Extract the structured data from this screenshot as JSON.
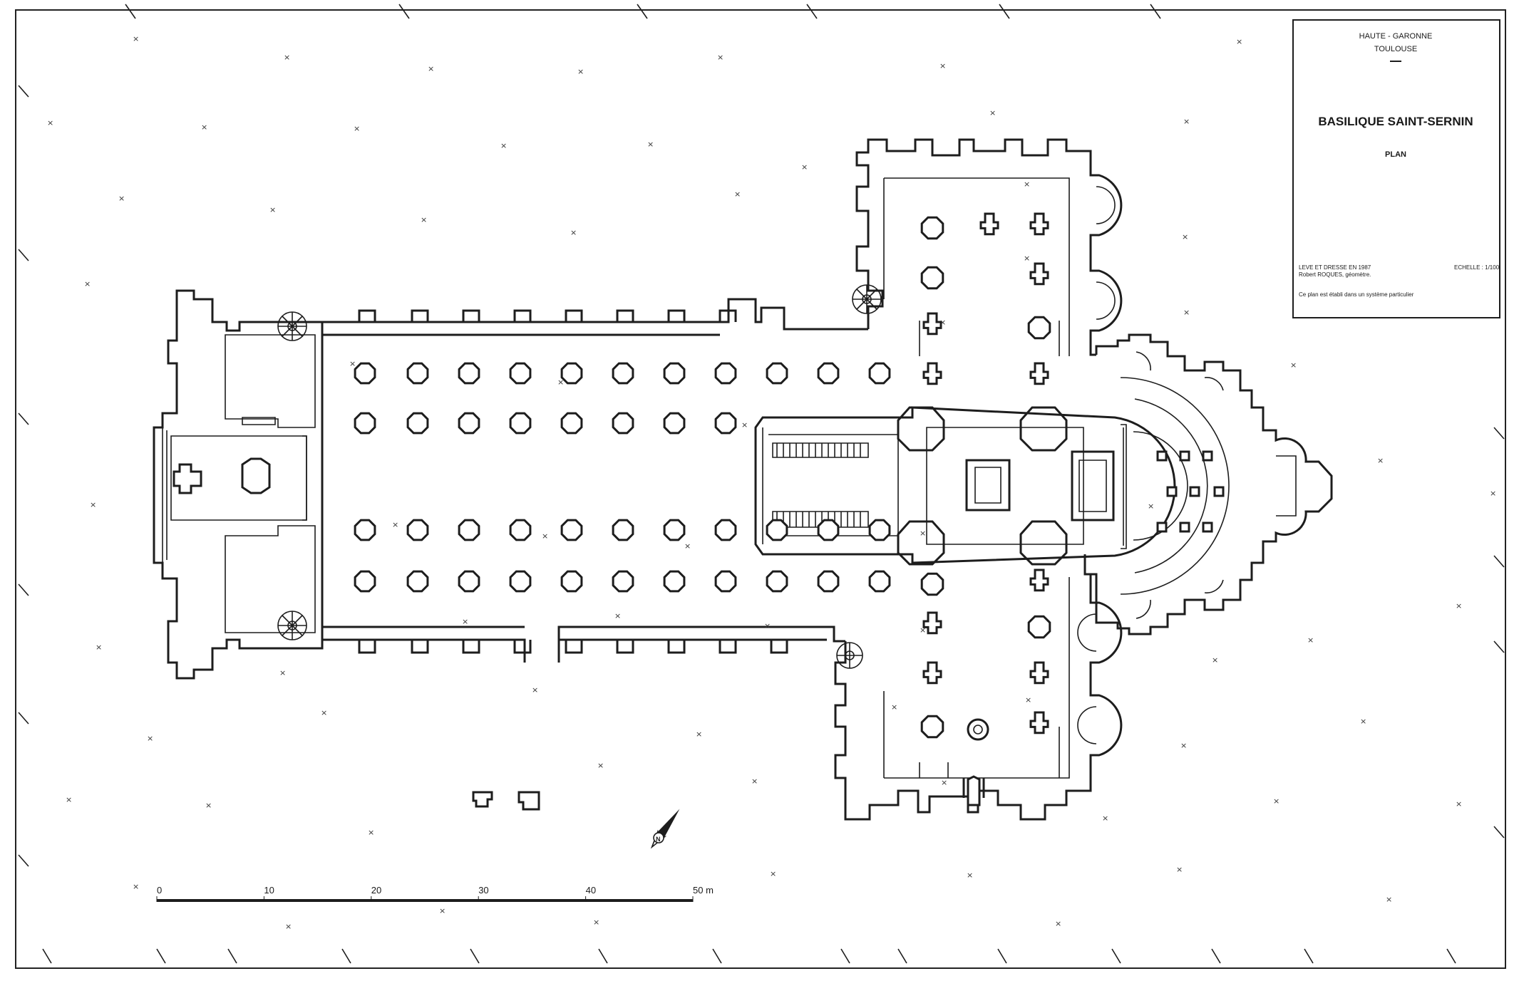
{
  "title_block": {
    "department": "HAUTE - GARONNE",
    "city": "TOULOUSE",
    "monument": "BASILIQUE SAINT-SERNIN",
    "sheet": "PLAN",
    "survey_note": "LEVE ET DRESSE EN 1987",
    "surveyor": "Robert ROQUES, géomètre.",
    "scale": "ECHELLE : 1/100",
    "system_note": "Ce plan est établi dans un système particulier"
  },
  "scale_bar": {
    "labels": [
      "0",
      "10",
      "20",
      "30",
      "40",
      "50 m"
    ],
    "values": [
      0,
      10,
      20,
      30,
      40,
      50
    ],
    "unit": "m"
  },
  "north_arrow": {
    "label": "N"
  }
}
